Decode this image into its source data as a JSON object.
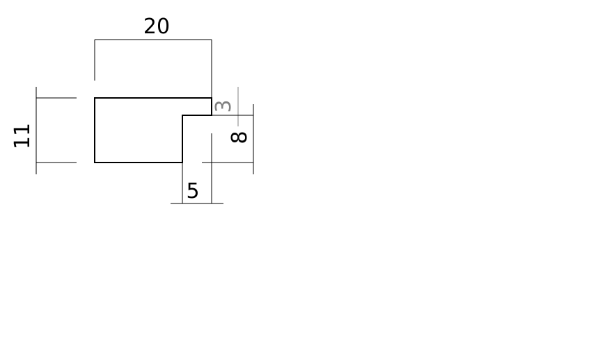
{
  "drawing": {
    "dimensions": {
      "width_top": "20",
      "height_left": "11",
      "step_depth": "3",
      "step_height": "8",
      "step_width": "5"
    },
    "colors": {
      "profile": "#000000",
      "dimension": "#000000",
      "dimension_small": "#808080",
      "background": "#ffffff"
    }
  }
}
